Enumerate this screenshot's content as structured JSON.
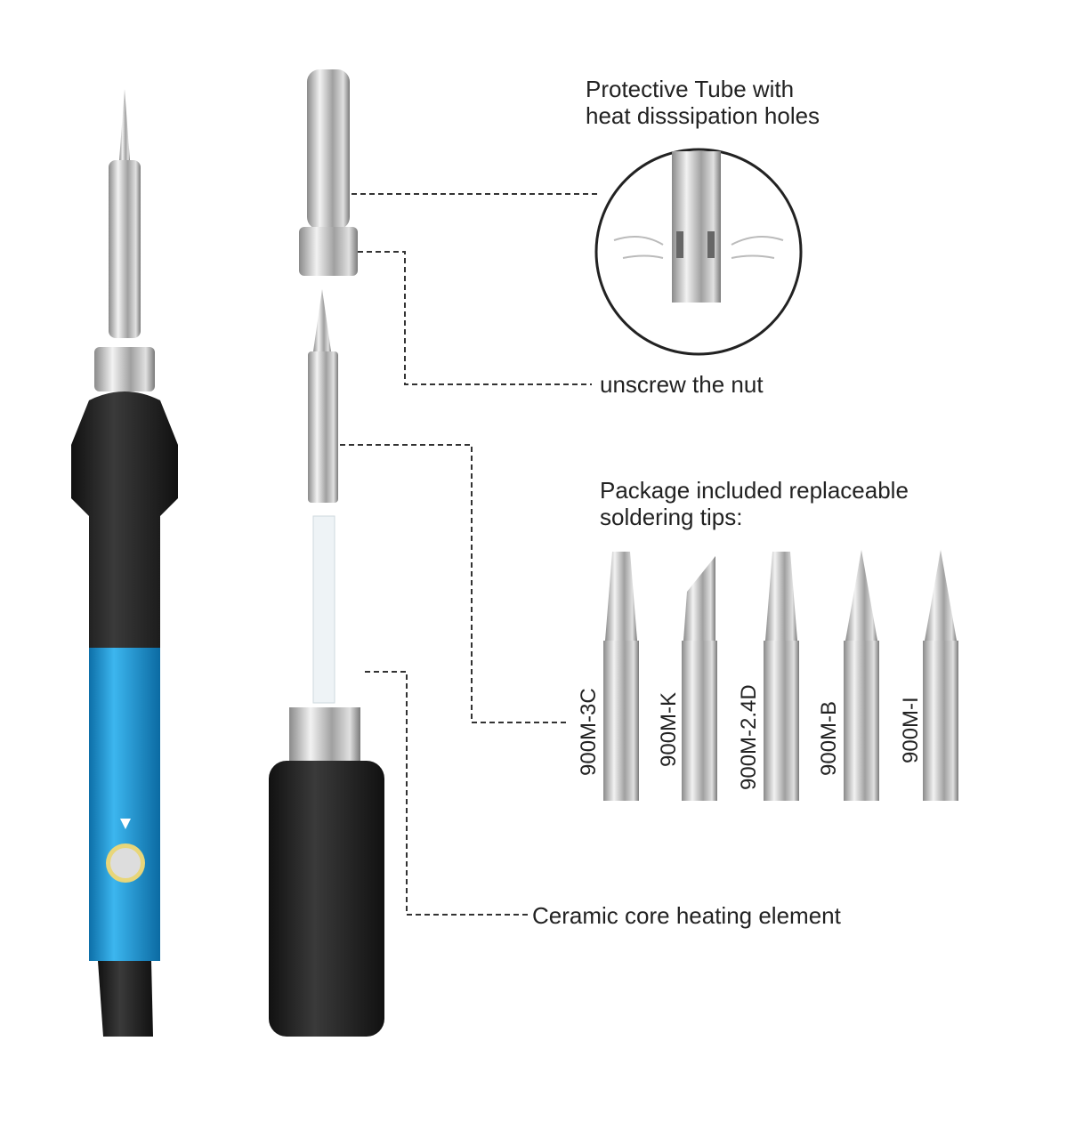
{
  "labels": {
    "protective_tube_line1": "Protective Tube with",
    "protective_tube_line2": "heat disssipation holes",
    "unscrew": "unscrew the nut",
    "package_line1": "Package included replaceable",
    "package_line2": "soldering tips:",
    "ceramic": "Ceramic core heating element"
  },
  "tips": [
    "900M-3C",
    "900M-K",
    "900M-2.4D",
    "900M-B",
    "900M-I"
  ],
  "colors": {
    "handle_blue": "#1e9ad6",
    "grip_black": "#1c1c1c",
    "metal": "#b8b8b8",
    "dash": "#333333"
  }
}
